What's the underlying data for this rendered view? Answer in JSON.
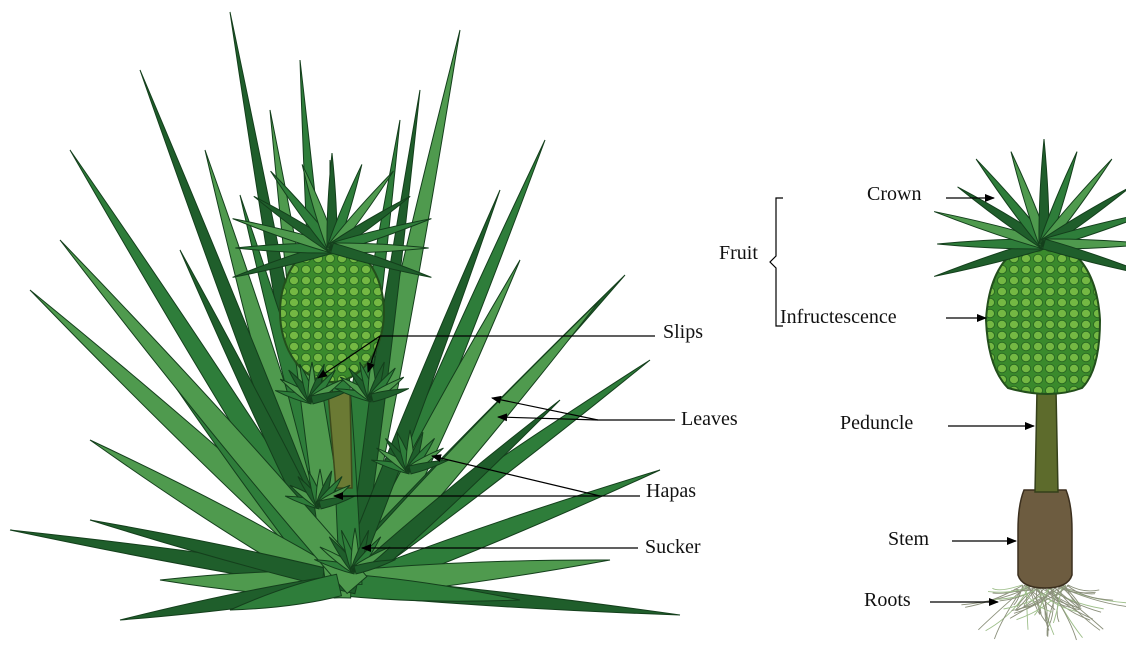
{
  "left_diagram": {
    "labels": {
      "slips": "Slips",
      "leaves": "Leaves",
      "hapas": "Hapas",
      "sucker": "Sucker"
    }
  },
  "right_diagram": {
    "fruit_group_label": "Fruit",
    "labels": {
      "crown": "Crown",
      "infructescence": "Infructescence",
      "peduncle": "Peduncle",
      "stem": "Stem",
      "roots": "Roots"
    }
  },
  "colors": {
    "leaf_dark": "#1f5e2b",
    "leaf_mid": "#2e7d3a",
    "leaf_light": "#4f9a4e",
    "fruit": "#3c8a2e",
    "fruit_cell": "#6fb542",
    "peduncle": "#5c6a2a",
    "stem": "#6b5b3e",
    "roots": "#8a8f7a"
  }
}
